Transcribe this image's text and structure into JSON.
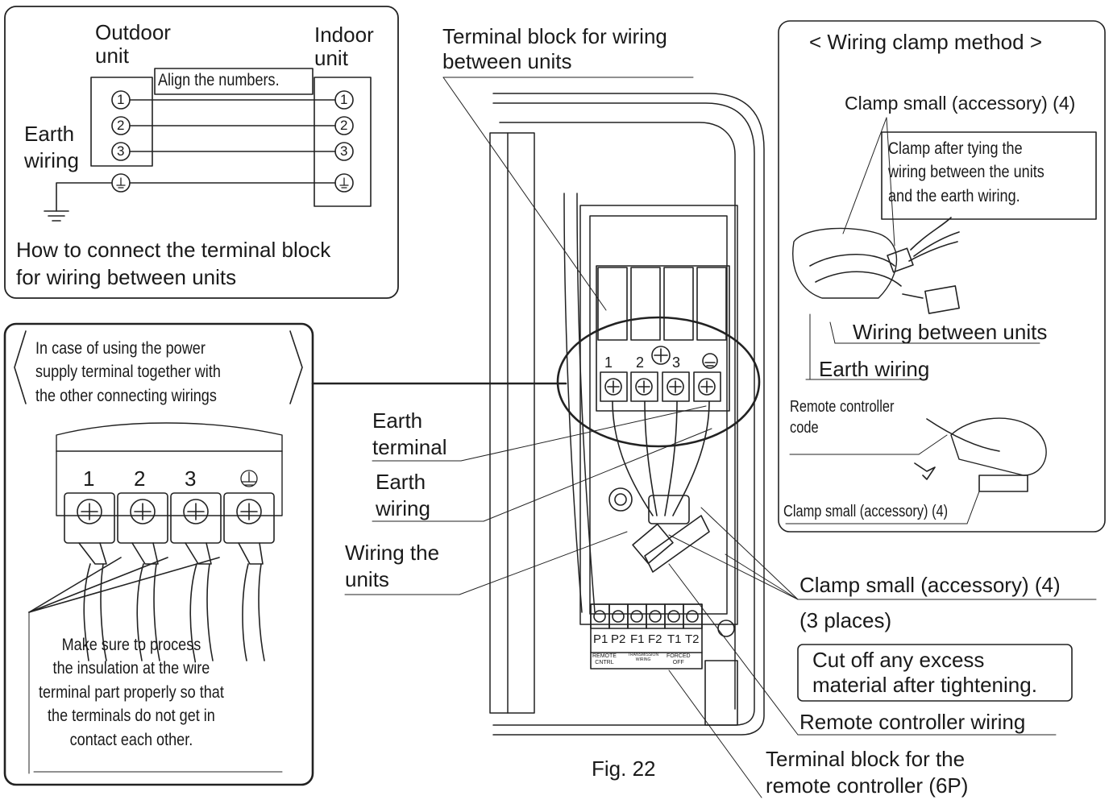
{
  "figure": {
    "caption": "Fig. 22"
  },
  "top_left_panel": {
    "outdoor_unit": "Outdoor\nunit",
    "indoor_unit": "Indoor\nunit",
    "align_note": "Align the numbers.",
    "earth_wiring": "Earth\nwiring",
    "terminal_numbers": [
      "1",
      "2",
      "3"
    ],
    "caption": "How to connect the terminal block\nfor wiring between units"
  },
  "left_panel": {
    "header": "In case of using the power\nsupply terminal together with\nthe other connecting wirings",
    "terminal_labels": [
      "1",
      "2",
      "3"
    ],
    "note": "Make sure to process\nthe insulation at the wire\nterminal part properly so that\nthe terminals do not get in\ncontact each other."
  },
  "center_labels": {
    "terminal_block_units": "Terminal block for wiring\nbetween units",
    "earth_terminal": "Earth\nterminal",
    "earth_wiring": "Earth\nwiring",
    "wiring_units": "Wiring the\nunits",
    "clamp_small": "Clamp small (accessory) (4)",
    "three_places": "(3 places)",
    "cut_off_note": "Cut off any excess\nmaterial after tightening.",
    "remote_wiring": "Remote controller wiring",
    "terminal_block_remote": "Terminal block for the\nremote controller (6P)",
    "block_terminals": [
      "1",
      "2",
      "3"
    ],
    "remote_terminals": [
      "P1",
      "P2",
      "F1",
      "F2",
      "T1",
      "T2"
    ],
    "remote_groups": [
      "REMOTE\nCNTRL",
      "TRANSMISSION\nWIRING",
      "FORCED\nOFF"
    ]
  },
  "right_panel": {
    "title": "< Wiring clamp method >",
    "clamp_small_top": "Clamp small (accessory) (4)",
    "clamp_note": "Clamp after tying the\nwiring between the units\nand the earth wiring.",
    "wiring_between": "Wiring between units",
    "earth_wiring": "Earth wiring",
    "remote_code": "Remote controller\ncode",
    "clamp_small_bottom": "Clamp small (accessory) (4)"
  }
}
